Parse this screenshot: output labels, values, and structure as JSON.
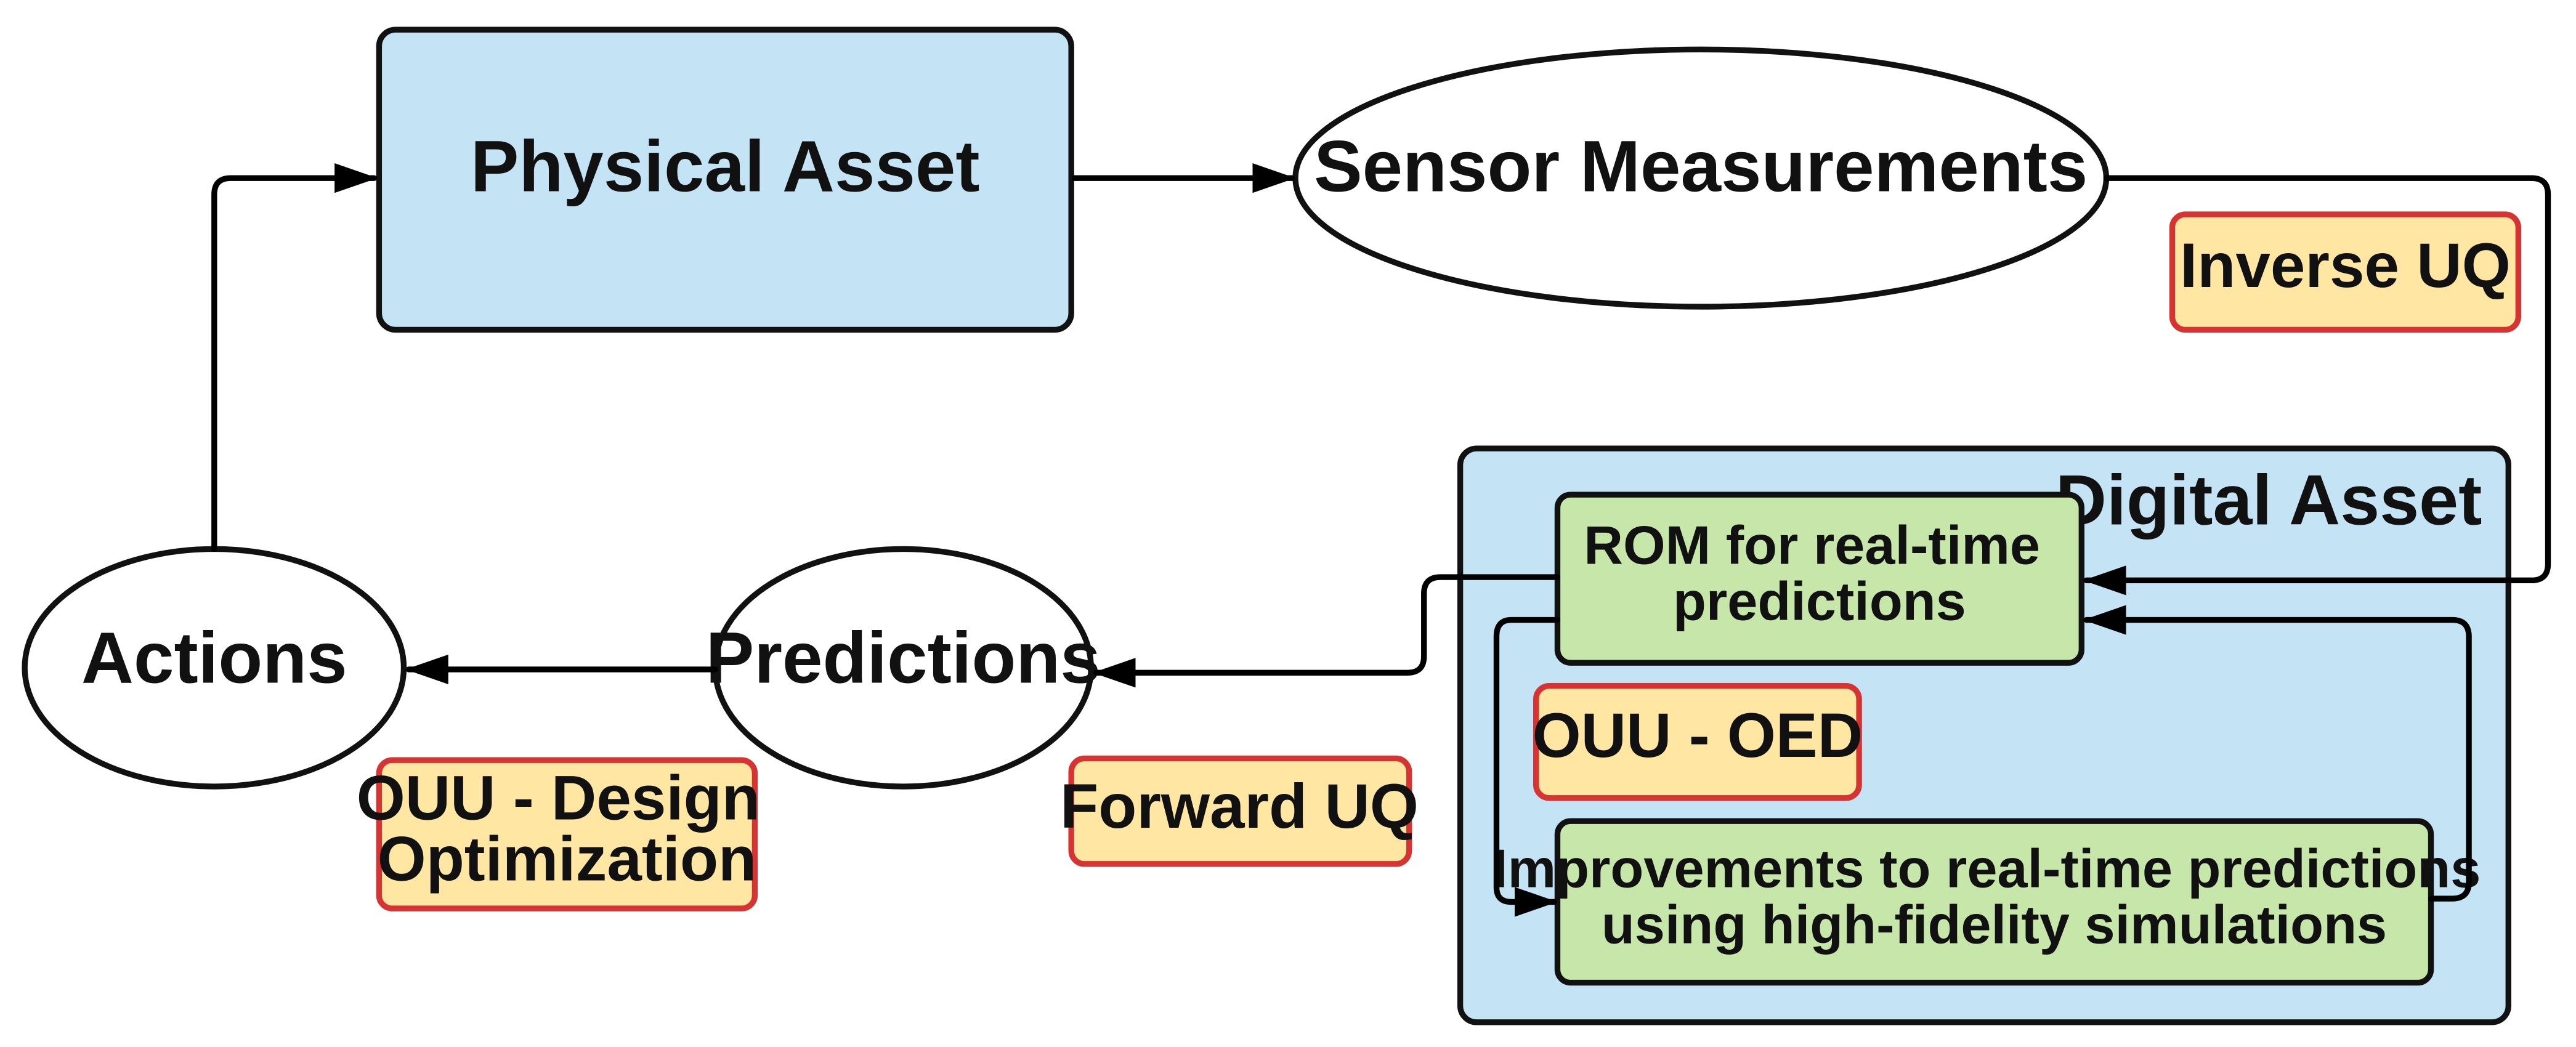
{
  "colors": {
    "physical_asset_fill": "#c4e3f5",
    "digital_asset_fill": "#c4e3f5",
    "green_box_fill": "#c6e6aa",
    "uq_tag_fill": "#ffe7a3",
    "uq_tag_border": "#d63333",
    "outline": "#111111"
  },
  "nodes": {
    "physical_asset": "Physical Asset",
    "sensor_measurements": "Sensor Measurements",
    "actions": "Actions",
    "predictions": "Predictions",
    "digital_asset": "Digital Asset",
    "rom": [
      "ROM for real-time",
      "predictions"
    ],
    "improvements": [
      "Improvements to real-time predictions",
      "using high-fidelity simulations"
    ]
  },
  "tags": {
    "inverse_uq": "Inverse UQ",
    "forward_uq": "Forward UQ",
    "ouu_oed": "OUU - OED",
    "ouu_design": [
      "OUU - Design",
      "Optimization"
    ]
  }
}
